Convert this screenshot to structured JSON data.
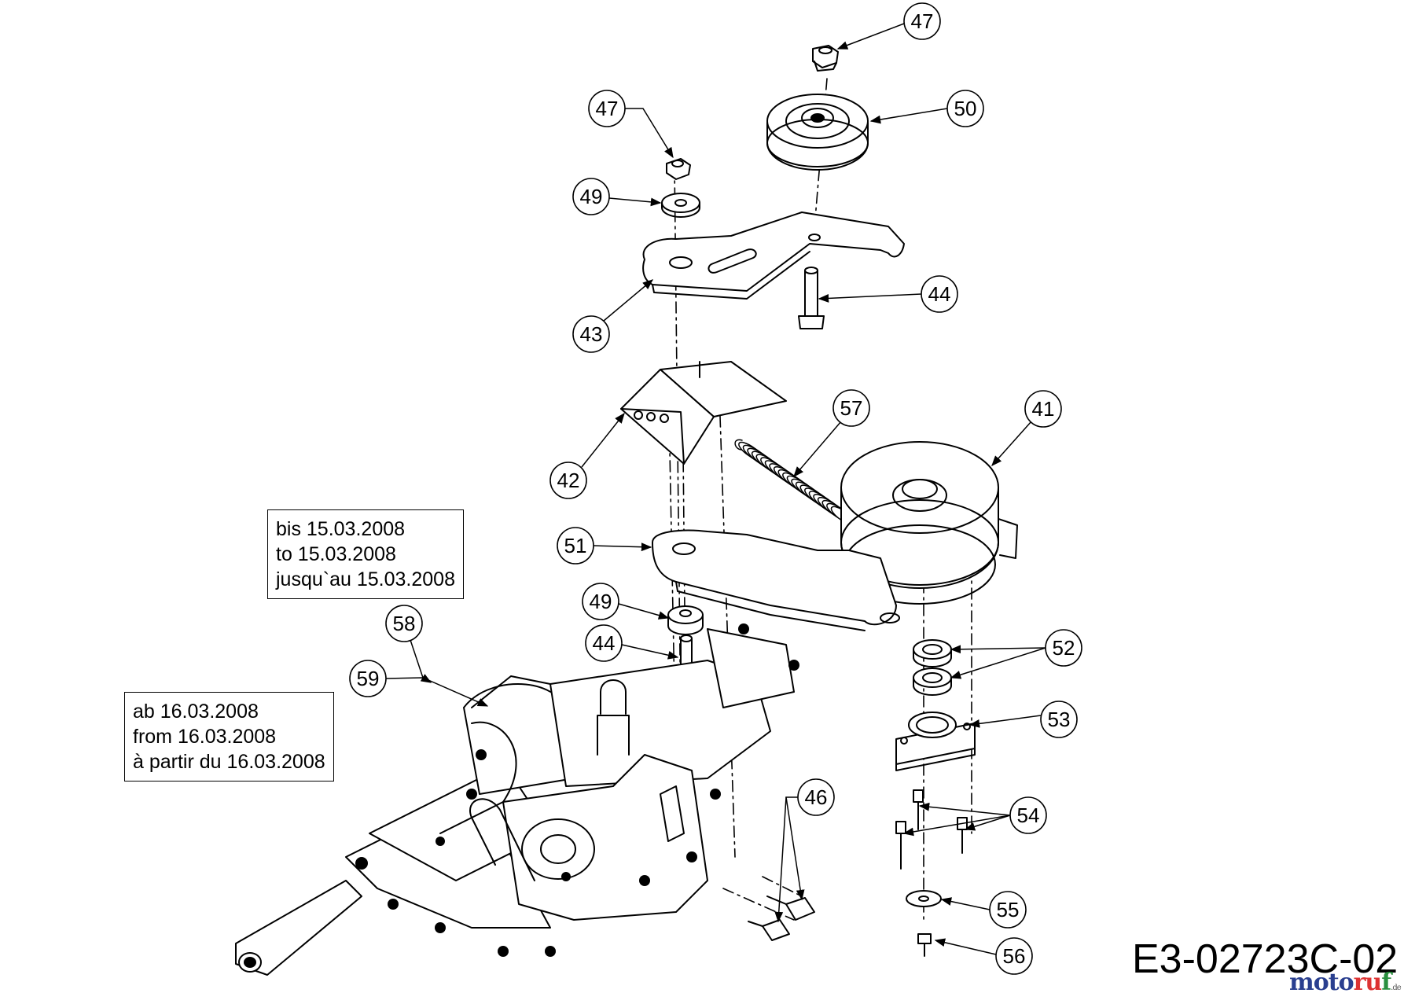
{
  "diagram": {
    "callouts": [
      {
        "id": "c47a",
        "label": "47"
      },
      {
        "id": "c47b",
        "label": "47"
      },
      {
        "id": "c50",
        "label": "50"
      },
      {
        "id": "c49a",
        "label": "49"
      },
      {
        "id": "c43",
        "label": "43"
      },
      {
        "id": "c44a",
        "label": "44"
      },
      {
        "id": "c57",
        "label": "57"
      },
      {
        "id": "c41",
        "label": "41"
      },
      {
        "id": "c42",
        "label": "42"
      },
      {
        "id": "c51",
        "label": "51"
      },
      {
        "id": "c49b",
        "label": "49"
      },
      {
        "id": "c44b",
        "label": "44"
      },
      {
        "id": "c58",
        "label": "58"
      },
      {
        "id": "c59",
        "label": "59"
      },
      {
        "id": "c52",
        "label": "52"
      },
      {
        "id": "c53",
        "label": "53"
      },
      {
        "id": "c46",
        "label": "46"
      },
      {
        "id": "c54",
        "label": "54"
      },
      {
        "id": "c55",
        "label": "55"
      },
      {
        "id": "c56",
        "label": "56"
      }
    ],
    "note_until": [
      "bis 15.03.2008",
      "to 15.03.2008",
      "jusqu`au 15.03.2008"
    ],
    "note_from": [
      "ab 16.03.2008",
      "from 16.03.2008",
      "à partir du 16.03.2008"
    ],
    "drawing_code": "E3-02723C-02",
    "watermark": {
      "part_a": "moto",
      "part_b": "ru",
      "part_c": "f",
      "suffix": ".de"
    }
  }
}
